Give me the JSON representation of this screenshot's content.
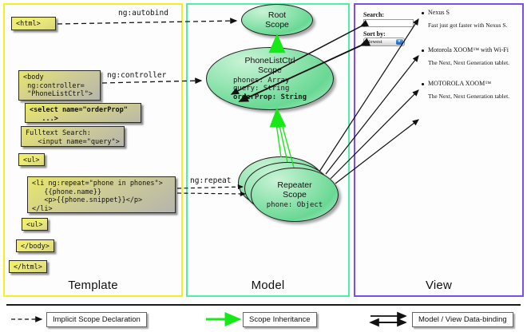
{
  "columns": [
    {
      "name": "template",
      "label": "Template",
      "border_color": "#f2f024"
    },
    {
      "name": "model",
      "label": "Model",
      "border_color": "#4ef0a8"
    },
    {
      "name": "view",
      "label": "View",
      "border_color": "#7a4ef0"
    }
  ],
  "template": {
    "boxes": [
      {
        "id": "html-open",
        "text": "<html>"
      },
      {
        "id": "body-open",
        "text": "<body\n ng:controller=\n \"PhoneListCtrl\">"
      },
      {
        "id": "select",
        "text": "<select name=\"orderProp\"\n   ...>"
      },
      {
        "id": "search",
        "text": "Fulltext Search:\n   <input name=\"query\">"
      },
      {
        "id": "ul-open",
        "text": "<ul>"
      },
      {
        "id": "li-repeat",
        "text": "<li ng:repeat=\"phone in phones\">\n   {{phone.name}}\n   <p>{{phone.snippet}}</p>\n</li>"
      },
      {
        "id": "ul-close",
        "text": "<ul>"
      },
      {
        "id": "body-close",
        "text": "</body>"
      },
      {
        "id": "html-close",
        "text": "</html>"
      }
    ]
  },
  "model": {
    "scopes": [
      {
        "id": "root-scope",
        "title_line1": "Root",
        "title_line2": "Scope",
        "props": ""
      },
      {
        "id": "phonelistctrl-scope",
        "title_line1": "PhoneListCtrl",
        "title_line2": "Scope",
        "props_plain": "phones: Array\nquery: String\n",
        "props_bold": "orderProp: String"
      },
      {
        "id": "repeater-scope",
        "title_line1": "Repeater",
        "title_line2": "Scope",
        "props": "phone: Object"
      }
    ]
  },
  "view": {
    "search_label": "Search:",
    "search_value": "",
    "sort_label": "Sort by:",
    "sort_selected": "Newest",
    "items": [
      {
        "title": "Nexus S",
        "snippet": "Fast just got faster with Nexus S."
      },
      {
        "title": "Motorola XOOM™  with Wi-Fi",
        "snippet": "The Next, Next Generation tablet."
      },
      {
        "title": "MOTOROLA XOOM™",
        "snippet": "The Next, Next Generation tablet."
      }
    ]
  },
  "edges": [
    {
      "id": "ng-autobind",
      "label": "ng:autobind"
    },
    {
      "id": "ng-controller",
      "label": "ng:controller"
    },
    {
      "id": "ng-repeat",
      "label": "ng:repeat"
    }
  ],
  "legend": [
    {
      "id": "implicit-scope-declaration",
      "label": "Implicit Scope Declaration",
      "style": "dashed-arrow",
      "color": "#111111"
    },
    {
      "id": "scope-inheritance",
      "label": "Scope Inheritance",
      "style": "solid-arrow",
      "color": "#17e817"
    },
    {
      "id": "model-view-data-binding",
      "label": "Model / View Data-binding",
      "style": "double-arrow",
      "color": "#111111"
    }
  ]
}
